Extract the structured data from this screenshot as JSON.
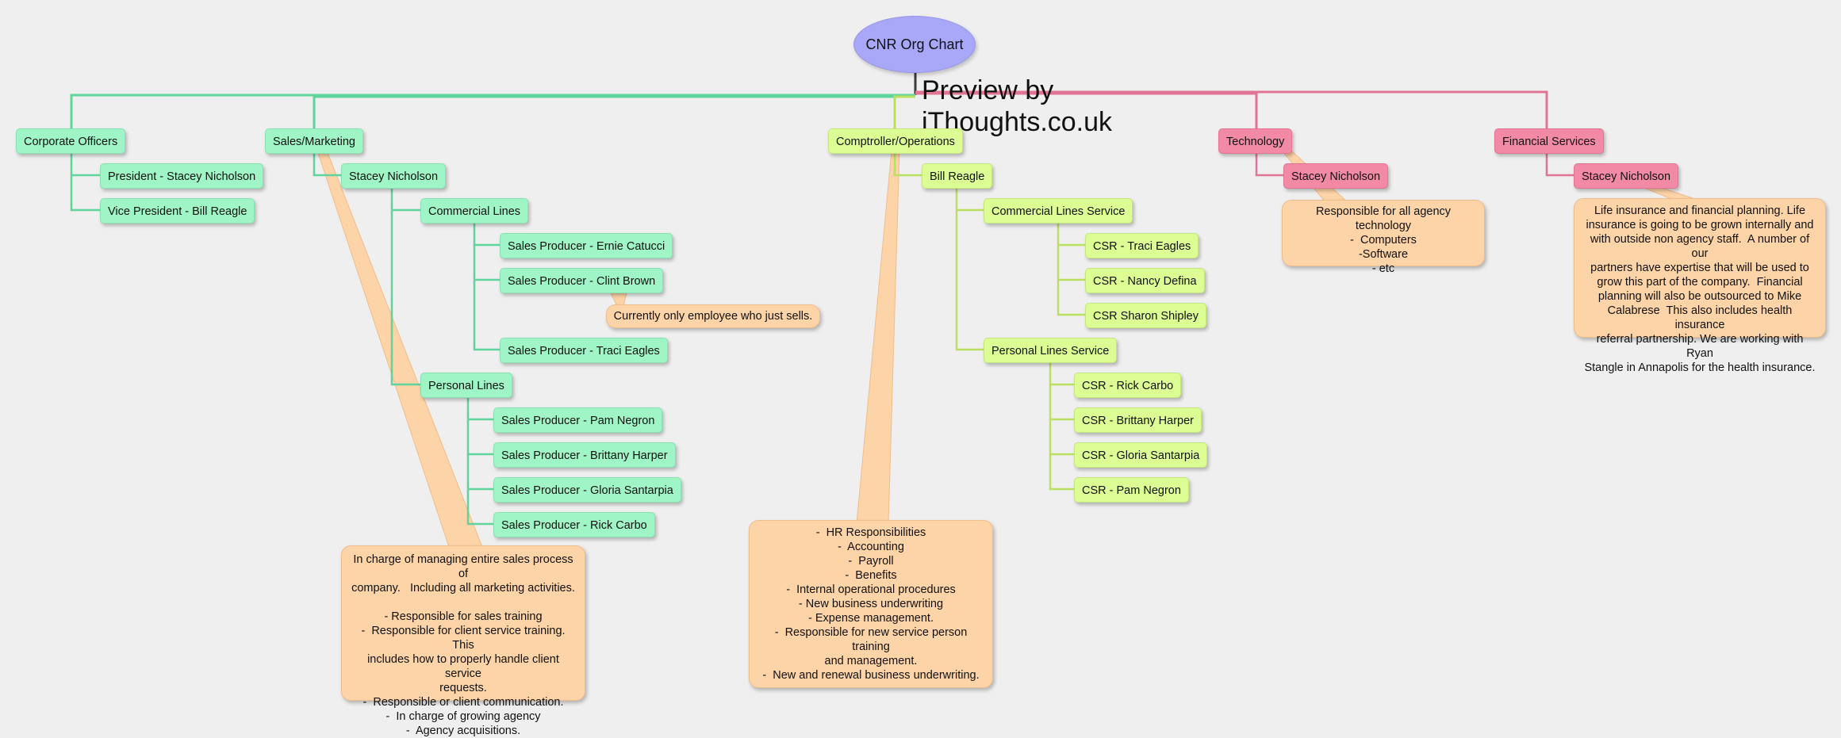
{
  "title": "CNR Org Chart",
  "watermark": [
    "Preview by",
    "iThoughts.co.uk"
  ],
  "colors": {
    "root": "#a9a8f8",
    "green": "#9ff5c6",
    "yellow": "#dcfc94",
    "pink": "#f28aa6",
    "note": "#fdd3a8",
    "green_line": "#5fd49b",
    "yellow_line": "#b9e05f",
    "pink_line": "#e07494"
  },
  "branches": {
    "corporate": {
      "label": "Corporate Officers",
      "president": "President - Stacey Nicholson",
      "vice_president": "Vice President - Bill Reagle"
    },
    "sales": {
      "label": "Sales/Marketing",
      "head": "Stacey Nicholson",
      "commercial": {
        "label": "Commercial Lines",
        "items": [
          "Sales Producer - Ernie Catucci",
          "Sales Producer - Clint Brown",
          "Sales Producer - Traci Eagles"
        ],
        "clint_note": "Currently only employee who just sells."
      },
      "personal": {
        "label": "Personal Lines",
        "items": [
          "Sales Producer - Pam Negron",
          "Sales Producer - Brittany Harper",
          "Sales Producer - Gloria Santarpia",
          "Sales Producer - Rick Carbo"
        ]
      },
      "note": [
        "In charge of managing entire sales process of",
        "company.   Including all marketing activities.",
        "",
        "- Responsible for sales training",
        "-  Responsible for client service training. This",
        "includes how to properly handle client service",
        "requests.",
        "-  Responsible or client communication.",
        "-  In charge of growing agency",
        "-  Agency acquisitions."
      ]
    },
    "comptroller": {
      "label": "Comptroller/Operations",
      "head": "Bill Reagle",
      "commercial": {
        "label": "Commercial Lines Service",
        "items": [
          "CSR - Traci Eagles",
          "CSR - Nancy Defina",
          "CSR  Sharon Shipley"
        ]
      },
      "personal": {
        "label": "Personal Lines Service",
        "items": [
          "CSR - Rick Carbo",
          "CSR - Brittany Harper",
          "CSR - Gloria Santarpia",
          "CSR - Pam Negron"
        ]
      },
      "note": [
        "-  HR Responsibilities",
        "-  Accounting",
        "-  Payroll",
        "-  Benefits",
        "-  Internal operational procedures",
        "- New business underwriting",
        "- Expense management.",
        "-  Responsible for new service person training",
        "and management.",
        "-  New and renewal business underwriting."
      ]
    },
    "technology": {
      "label": "Technology",
      "head": "Stacey Nicholson",
      "note": [
        "Responsible for all agency technology",
        "-  Computers",
        "-Software",
        "- etc"
      ]
    },
    "financial": {
      "label": "Financial Services",
      "head": "Stacey Nicholson",
      "note": [
        "Life insurance and financial planning. Life",
        "insurance is going to be grown internally and",
        "with outside non agency staff.  A number of our",
        "partners have expertise that will be used to",
        "grow this part of the company.  Financial",
        "planning will also be outsourced to Mike",
        "Calabrese  This also includes health insurance",
        "referral partnership. We are working with Ryan",
        "Stangle in Annapolis for the health insurance."
      ]
    }
  }
}
